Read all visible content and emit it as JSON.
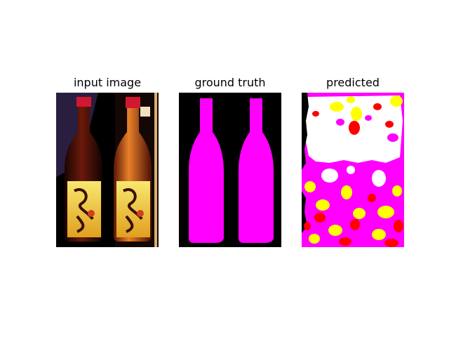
{
  "panels": {
    "input": {
      "title": "input image"
    },
    "ground_truth": {
      "title": "ground truth"
    },
    "predicted": {
      "title": "predicted"
    }
  },
  "colors": {
    "background": "#000000",
    "object_mask": "#ff00ff",
    "prediction_white": "#ffffff",
    "prediction_yellow": "#ffff00",
    "prediction_red": "#ff0000",
    "bottle_cap": "#d01830",
    "bottle_body_dark": "#3a0a08",
    "bottle_body_amber": "#c0501a",
    "bottle_label": "#f0d040"
  }
}
